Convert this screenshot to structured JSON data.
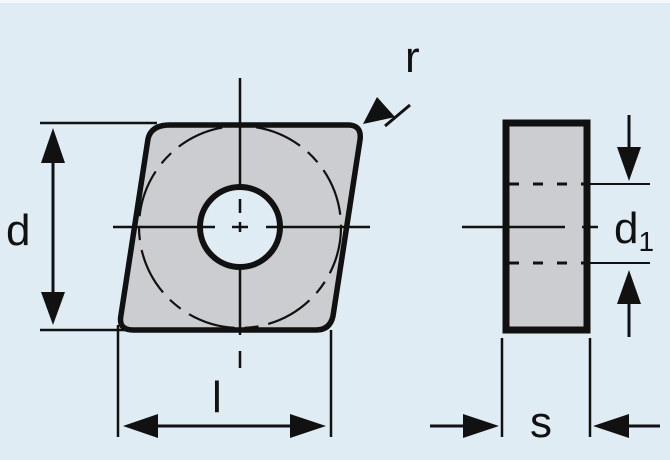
{
  "diagram": {
    "type": "technical-drawing",
    "subject": "rhombic cutting insert with center hole",
    "colors": {
      "background": "#e0ecf3",
      "insert_fill": "#cccdd0",
      "line": "#111111"
    },
    "views": {
      "top_view": {
        "labels": {
          "d": "d",
          "l": "l",
          "r": "r"
        }
      },
      "side_view": {
        "labels": {
          "d1_main": "d",
          "d1_sub": "1",
          "s": "s"
        }
      }
    }
  }
}
